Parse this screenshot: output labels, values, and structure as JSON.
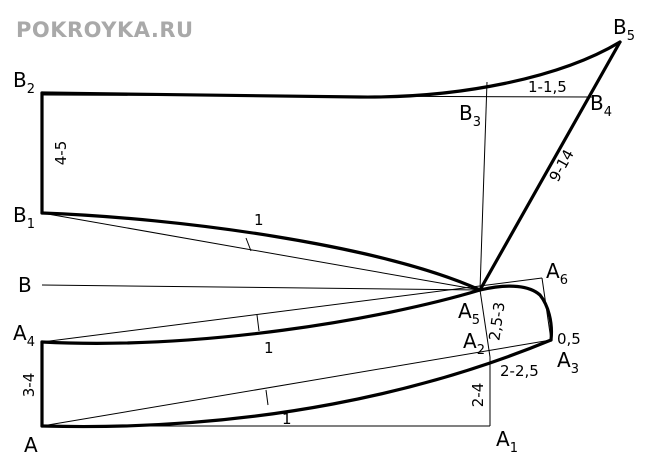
{
  "watermark": "POKROYKA.RU",
  "points": {
    "A": {
      "main": "A",
      "sub": ""
    },
    "A1": {
      "main": "A",
      "sub": "1"
    },
    "A2": {
      "main": "A",
      "sub": "2"
    },
    "A3": {
      "main": "A",
      "sub": "3"
    },
    "A4": {
      "main": "A",
      "sub": "4"
    },
    "A5": {
      "main": "A",
      "sub": "5"
    },
    "A6": {
      "main": "A",
      "sub": "6"
    },
    "B": {
      "main": "B",
      "sub": ""
    },
    "B1": {
      "main": "B",
      "sub": "1"
    },
    "B2": {
      "main": "B",
      "sub": "2"
    },
    "B3": {
      "main": "B",
      "sub": "3"
    },
    "B4": {
      "main": "B",
      "sub": "4"
    },
    "B5": {
      "main": "B",
      "sub": "5"
    }
  },
  "measurements": {
    "b2_b1": "4-5",
    "b3_b4": "1-1,5",
    "b4_b5": "9-14",
    "curve_b1": "1",
    "curve_a4": "1",
    "curve_a": "1",
    "a4_a": "3-4",
    "a2_a5": "2,5-3",
    "a1_a2": "2-4",
    "a2_a3": "2-2,5",
    "a3_a6": "0,5"
  }
}
